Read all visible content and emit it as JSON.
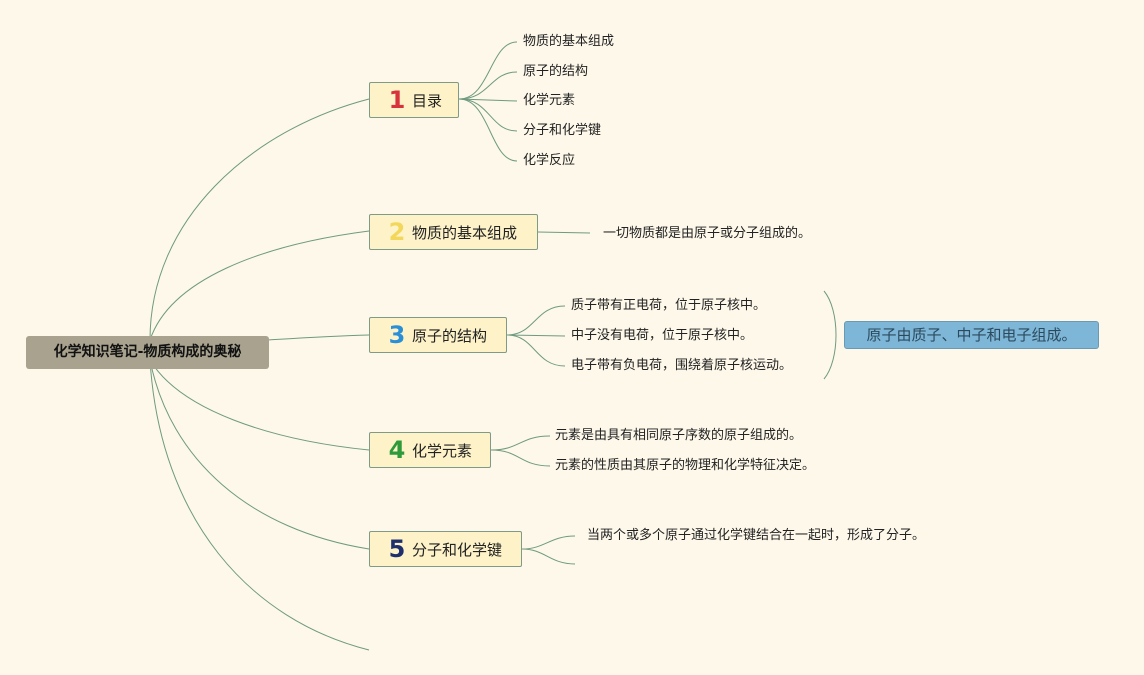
{
  "root": {
    "title": "化学知识笔记-物质构成的奥秘"
  },
  "colors": {
    "background": "#fdf8ea",
    "root_fill": "#a8a28e",
    "branch_fill": "#fdf2c8",
    "line": "#6f9a7e",
    "summary_fill": "#7db6d6",
    "num1": "#d8323c",
    "num2": "#f2d75a",
    "num3": "#2a8fd6",
    "num4": "#2e9a3a",
    "num5": "#1f2f6e"
  },
  "branches": [
    {
      "number": "1",
      "label": "目录",
      "children": [
        "物质的基本组成",
        "原子的结构",
        "化学元素",
        "分子和化学键",
        "化学反应"
      ]
    },
    {
      "number": "2",
      "label": "物质的基本组成",
      "children": [
        "一切物质都是由原子或分子组成的。"
      ]
    },
    {
      "number": "3",
      "label": "原子的结构",
      "children": [
        "质子带有正电荷，位于原子核中。",
        "中子没有电荷，位于原子核中。",
        "电子带有负电荷，围绕着原子核运动。"
      ],
      "summary": "原子由质子、中子和电子组成。"
    },
    {
      "number": "4",
      "label": "化学元素",
      "children": [
        "元素是由具有相同原子序数的原子组成的。",
        "元素的性质由其原子的物理和化学特征决定。"
      ]
    },
    {
      "number": "5",
      "label": "分子和化学键",
      "children": [
        "当两个或多个原子通过化学键结合在一起时，形成了分子。",
        ""
      ]
    }
  ]
}
